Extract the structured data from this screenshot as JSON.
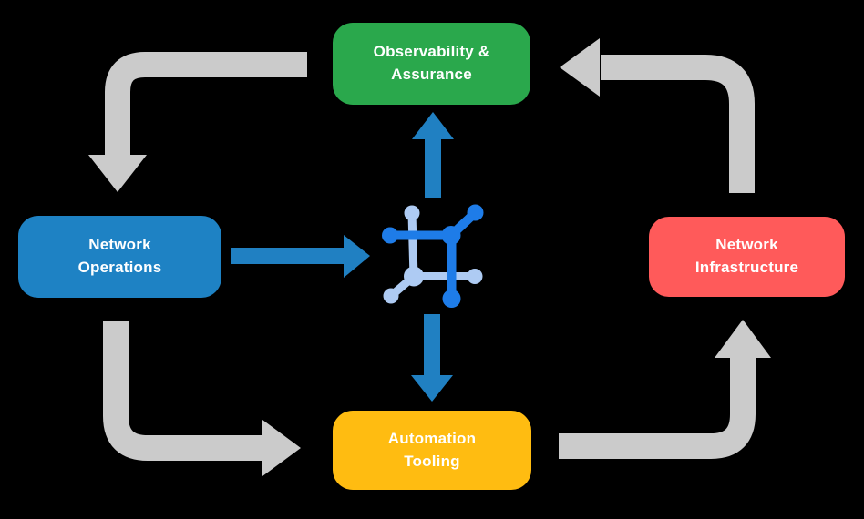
{
  "background_color": "#000000",
  "text_color": "#FFFFFF",
  "nodes": {
    "observability": {
      "line1": "Observability &",
      "line2": "Assurance",
      "color": "#2AA84C"
    },
    "operations": {
      "line1": "Network",
      "line2": "Operations",
      "color": "#1E82C4"
    },
    "infrastructure": {
      "line1": "Network",
      "line2": "Infrastructure",
      "color": "#FF5A5A"
    },
    "automation": {
      "line1": "Automation",
      "line2": "Tooling",
      "color": "#FFBC11"
    }
  },
  "center_icon": {
    "name": "network-automation-icon",
    "dark_color": "#1E7CE8",
    "light_color": "#AECBF3"
  },
  "arrows": {
    "cycle_color": "#CBCBCB",
    "flow_color": "#2080C2",
    "cycle": [
      {
        "from": "observability",
        "to": "operations",
        "shape": "left-then-down"
      },
      {
        "from": "operations",
        "to": "automation",
        "shape": "down-then-right"
      },
      {
        "from": "automation",
        "to": "infrastructure",
        "shape": "right-then-up"
      },
      {
        "from": "infrastructure",
        "to": "observability",
        "shape": "up-then-left"
      }
    ],
    "flow": [
      {
        "from": "operations",
        "to": "center-icon",
        "direction": "right"
      },
      {
        "from": "center-icon",
        "to": "observability",
        "direction": "up"
      },
      {
        "from": "center-icon",
        "to": "automation",
        "direction": "down"
      }
    ]
  }
}
